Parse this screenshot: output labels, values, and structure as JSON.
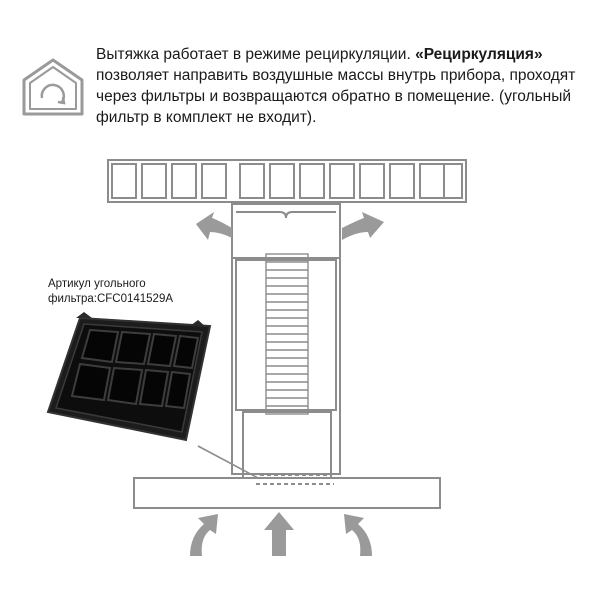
{
  "intro": {
    "text_1": "Вытяжка работает в режиме рециркуляции. ",
    "mode_name": "«Рециркуляция»",
    "text_2": " позволяет направить воздушные массы внутрь прибора, проходят через фильтры и возвращаются обратно в помещение. (угольный фильтр в комплект не входит)."
  },
  "filter": {
    "caption_line1": "Артикул угольного",
    "caption_line2": "фильтра:CFC0141529A"
  },
  "colors": {
    "outline": "#8c8c8c",
    "arrow": "#9a9a9a",
    "filter_body": "#1c1c1c"
  },
  "icons": {
    "recirculation": "house-recirculation-icon"
  }
}
